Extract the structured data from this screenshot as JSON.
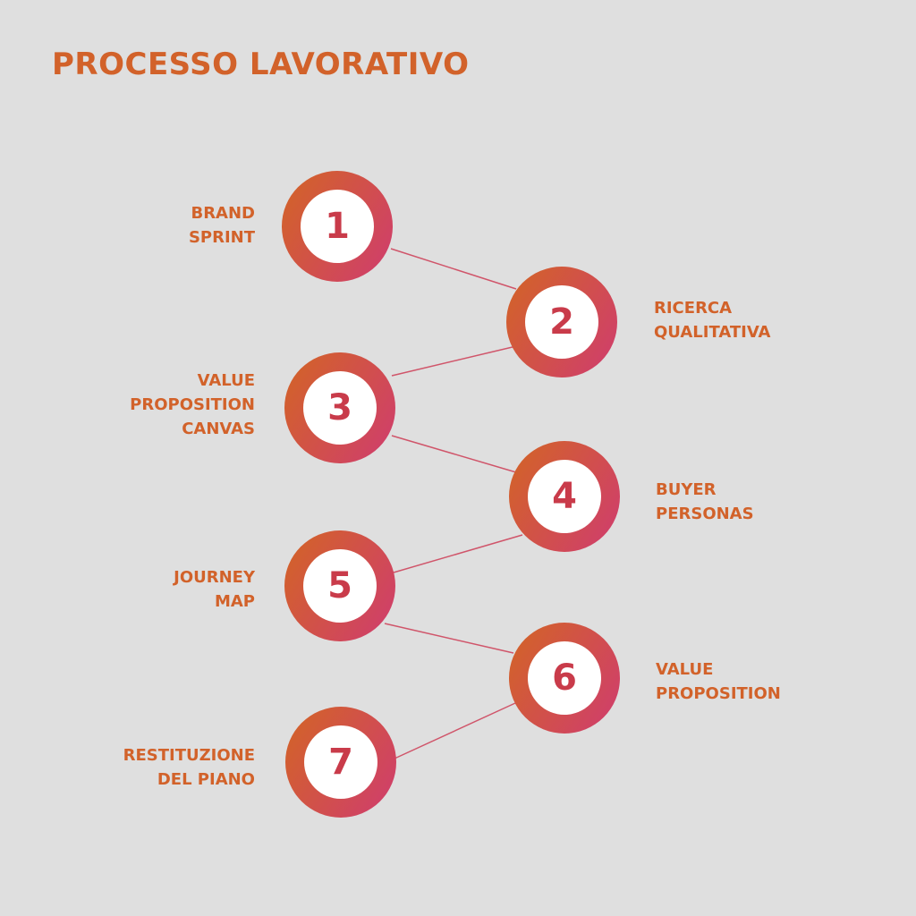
{
  "title": "PROCESSO LAVORATIVO",
  "colors": {
    "background": "#dfdfdf",
    "accent_orange": "#d2622a",
    "accent_pink": "#d03f6a",
    "number_color": "#c93b4a",
    "connector": "#d0556a"
  },
  "steps": [
    {
      "number": "1",
      "label": "BRAND\nSPRINT"
    },
    {
      "number": "2",
      "label": "RICERCA\nQUALITATIVA"
    },
    {
      "number": "3",
      "label": "VALUE \nPROPOSITION\nCANVAS"
    },
    {
      "number": "4",
      "label": "BUYER\nPERSONAS"
    },
    {
      "number": "5",
      "label": "JOURNEY\nMAP"
    },
    {
      "number": "6",
      "label": "VALUE\nPROPOSITION"
    },
    {
      "number": "7",
      "label": "RESTITUZIONE\nDEL PIANO"
    }
  ]
}
